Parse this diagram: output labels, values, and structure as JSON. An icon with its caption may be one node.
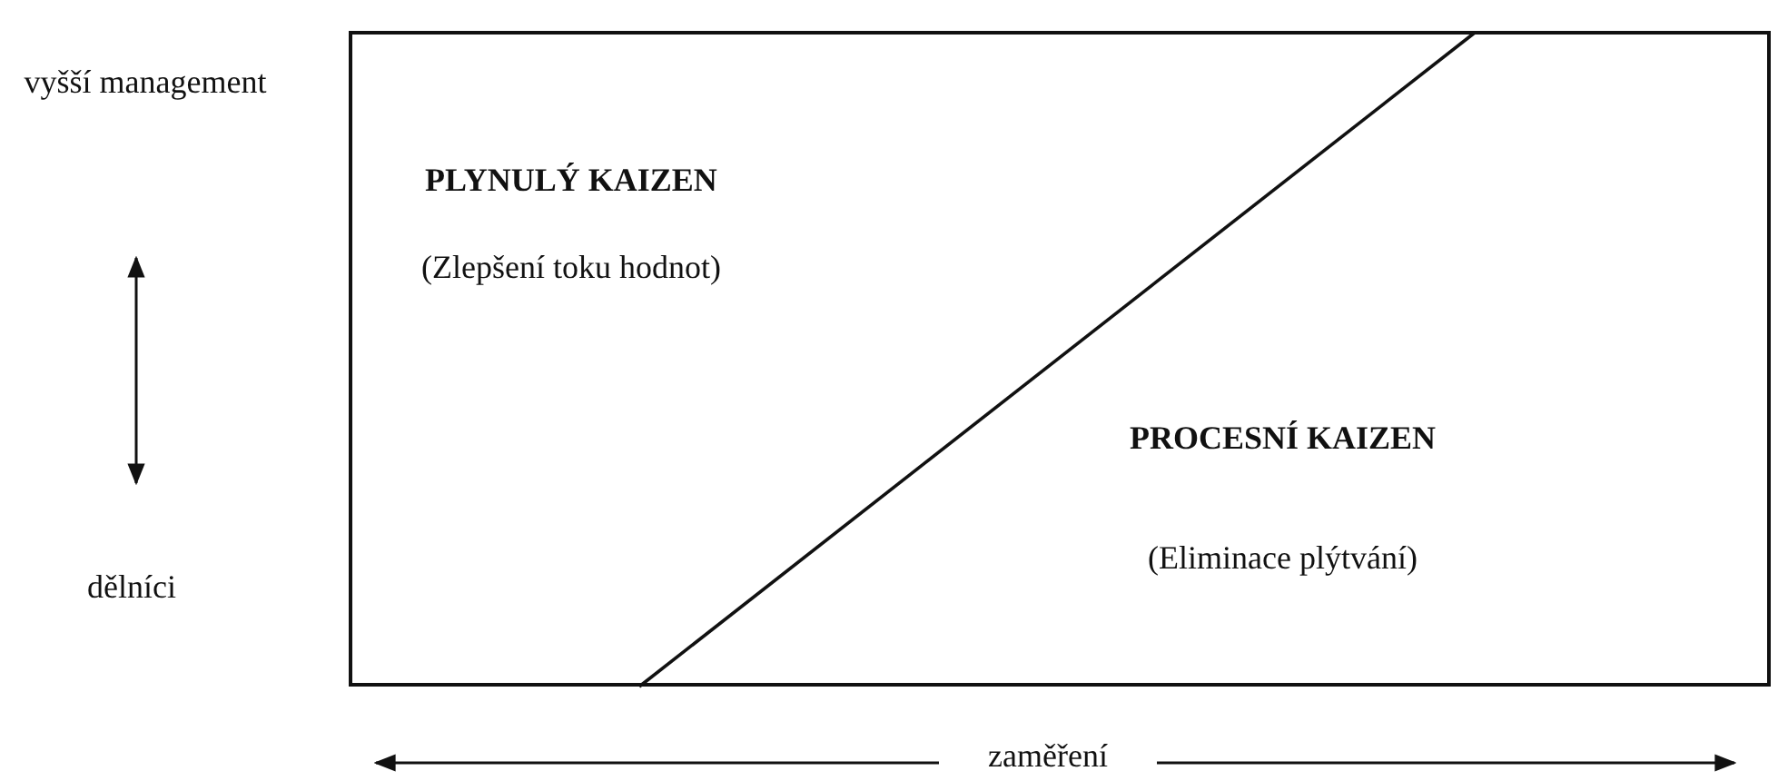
{
  "diagram": {
    "nodes": [
      {
        "text": [],
        "shape": "box"
      },
      {
        "text": [
          "PLYNULÝ KAIZEN",
          "(Zlepšení toku hodnot)"
        ],
        "in": 0
      },
      {
        "text": [
          "PROCESNÍ KAIZEN",
          "(Eliminace plýtvání)"
        ],
        "in": 0
      }
    ],
    "labels": [
      "vyšší management",
      "dělníci",
      "zaměření"
    ]
  }
}
